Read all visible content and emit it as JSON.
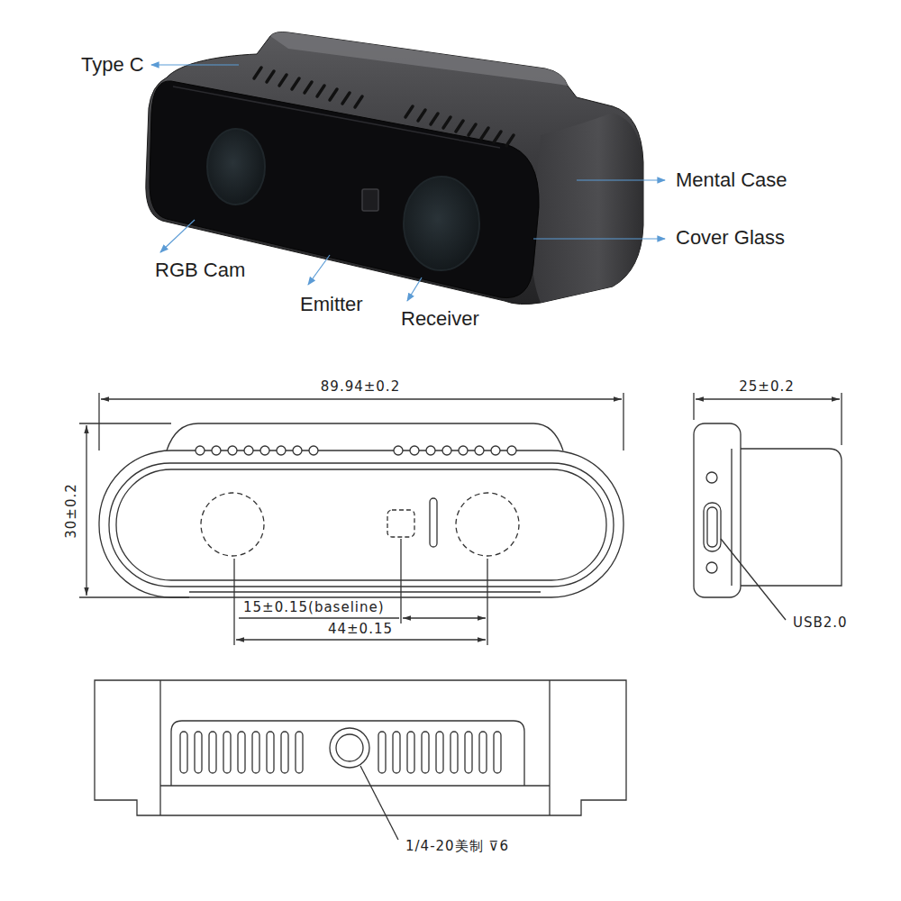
{
  "diagram": {
    "labels": [
      "Type C",
      "Mental Case",
      "Cover Glass",
      "RGB Cam",
      "Emitter",
      "Receiver",
      "89.94±0.2",
      "25±0.2",
      "30±0.2",
      "15±0.15(baseline)",
      "44±0.15",
      "USB2.0",
      "1/4-20美制 ⊽6"
    ]
  }
}
